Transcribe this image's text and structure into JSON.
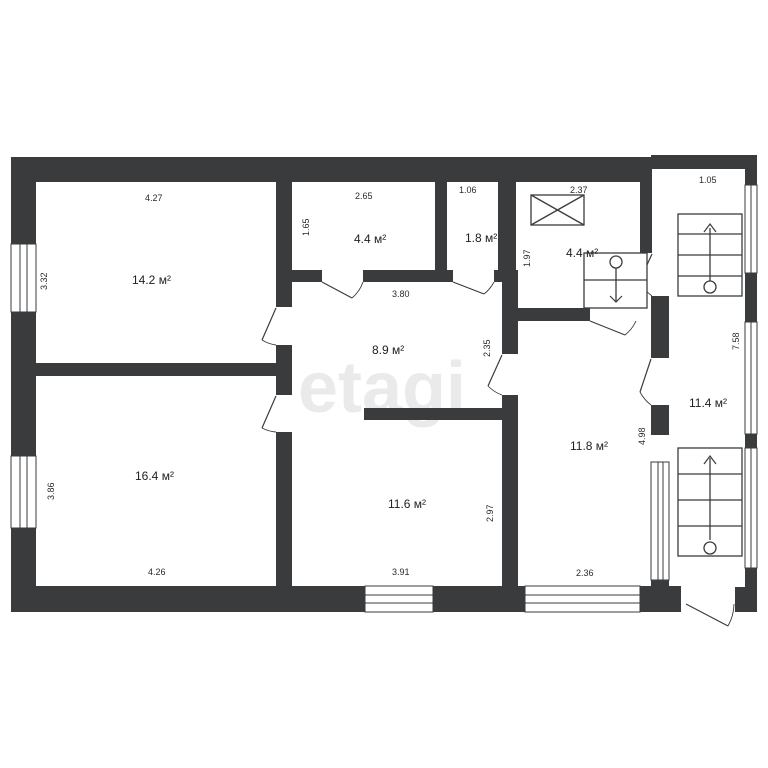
{
  "watermark": "etagi",
  "rooms": [
    {
      "id": "room-1",
      "area": "14.2 м²"
    },
    {
      "id": "room-2",
      "area": "16.4 м²"
    },
    {
      "id": "storage-1",
      "area": "4.4 м²"
    },
    {
      "id": "storage-2",
      "area": "1.8 м²"
    },
    {
      "id": "bathroom",
      "area": "4.4 м²"
    },
    {
      "id": "hall",
      "area": "8.9 м²"
    },
    {
      "id": "room-3",
      "area": "11.6 м²"
    },
    {
      "id": "kitchen",
      "area": "11.8 м²"
    },
    {
      "id": "veranda",
      "area": "11.4 м²"
    }
  ],
  "dimensions": {
    "room1_width": "4.27",
    "room1_height": "3.32",
    "room2_width": "4.26",
    "room2_height": "3.86",
    "storage1_width": "2.65",
    "storage1_height": "1.65",
    "storage2_width": "1.06",
    "bathroom_width": "2.37",
    "bathroom_height": "1.97",
    "hall_width": "3.80",
    "hall_height": "2.35",
    "room3_width": "3.91",
    "room3_height": "2.97",
    "kitchen_width": "2.36",
    "kitchen_height": "4.98",
    "veranda_width": "1.05",
    "veranda_height": "7.58"
  }
}
